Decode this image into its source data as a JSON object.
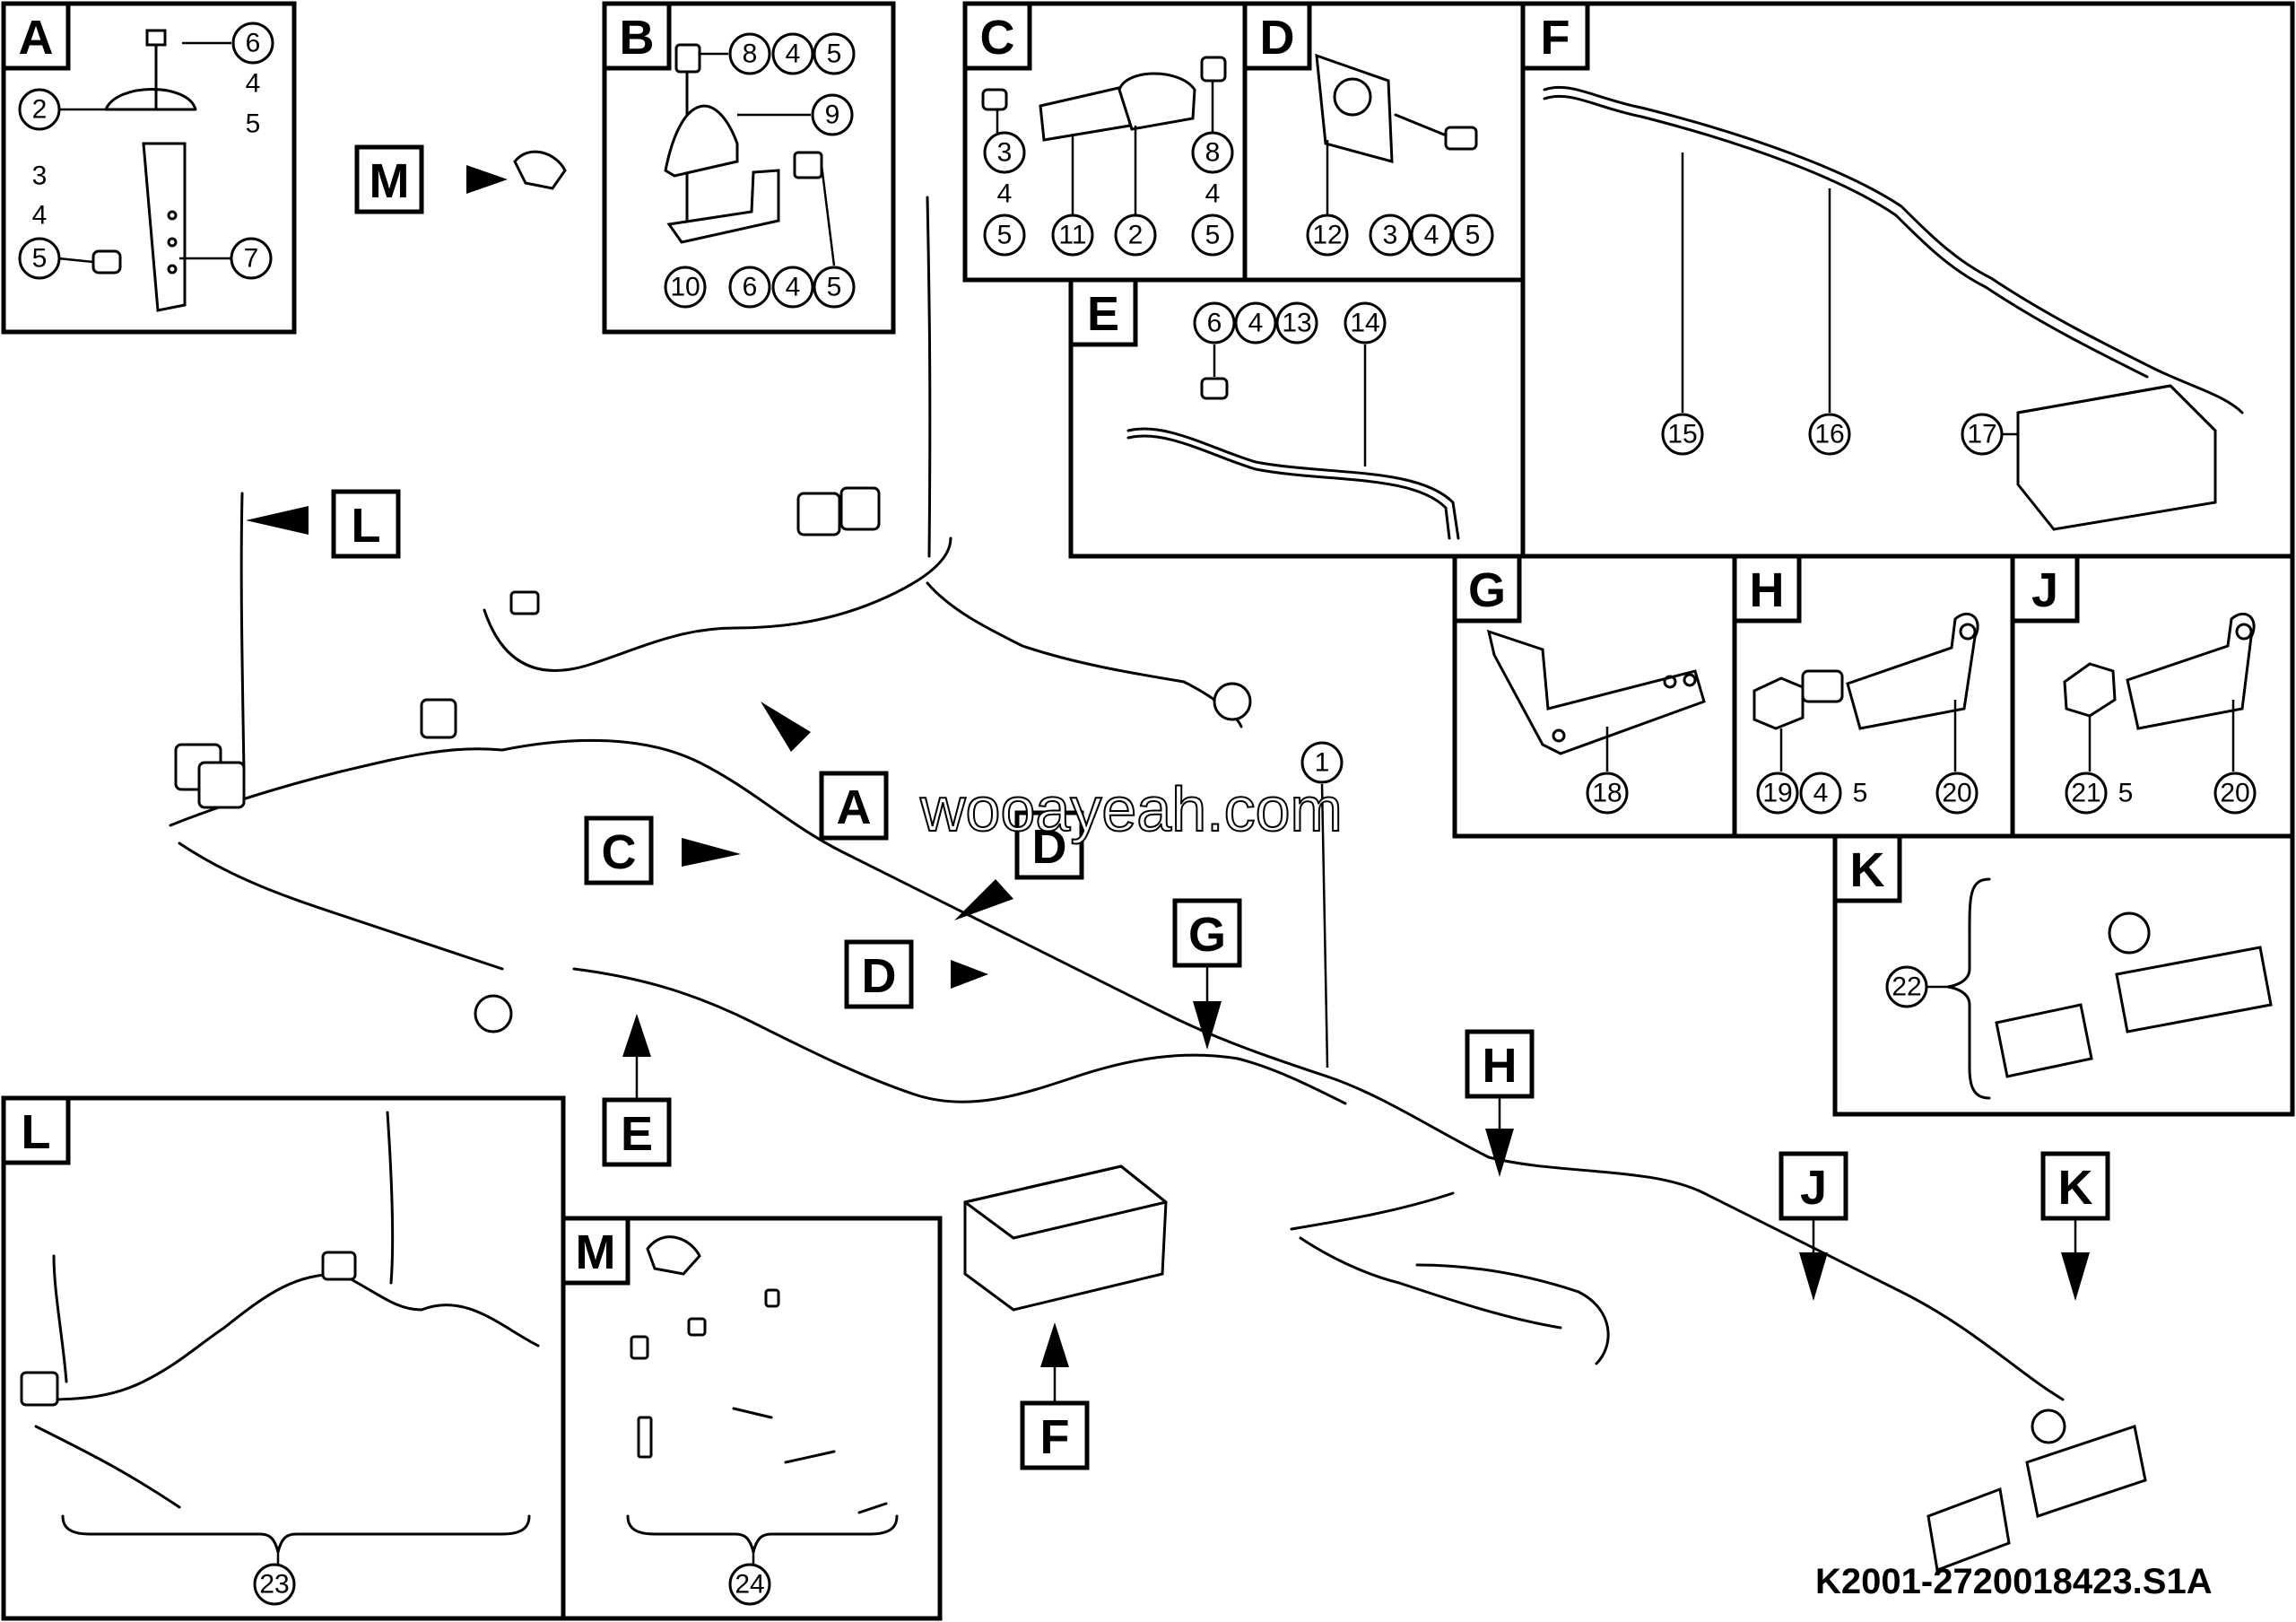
{
  "drawing": {
    "code": "K2001-2720018423.S1A",
    "watermark": "wooayeah.com"
  },
  "views": {
    "A": "A",
    "B": "B",
    "C": "C",
    "D": "D",
    "E": "E",
    "F": "F",
    "G": "G",
    "H": "H",
    "J": "J",
    "K": "K",
    "L": "L",
    "M": "M"
  },
  "callouts": {
    "A": [
      "6",
      "4",
      "5",
      "2",
      "3",
      "4",
      "5",
      "7"
    ],
    "B": [
      "8",
      "4",
      "5",
      "9",
      "10",
      "6",
      "4",
      "5"
    ],
    "C": [
      "3",
      "4",
      "5",
      "11",
      "2",
      "8",
      "4",
      "5"
    ],
    "D": [
      "12",
      "3",
      "4",
      "5"
    ],
    "E": [
      "6",
      "4",
      "13",
      "14"
    ],
    "F": [
      "15",
      "16",
      "17"
    ],
    "G": [
      "18"
    ],
    "H": [
      "19",
      "4",
      "5",
      "20"
    ],
    "J": [
      "21",
      "5",
      "20"
    ],
    "K": [
      "22"
    ],
    "L": [
      "23"
    ],
    "M": [
      "24"
    ],
    "main": [
      "1"
    ]
  },
  "main_labels": [
    "L",
    "M",
    "A",
    "C",
    "D",
    "D",
    "E",
    "G",
    "F",
    "H",
    "J",
    "K"
  ]
}
